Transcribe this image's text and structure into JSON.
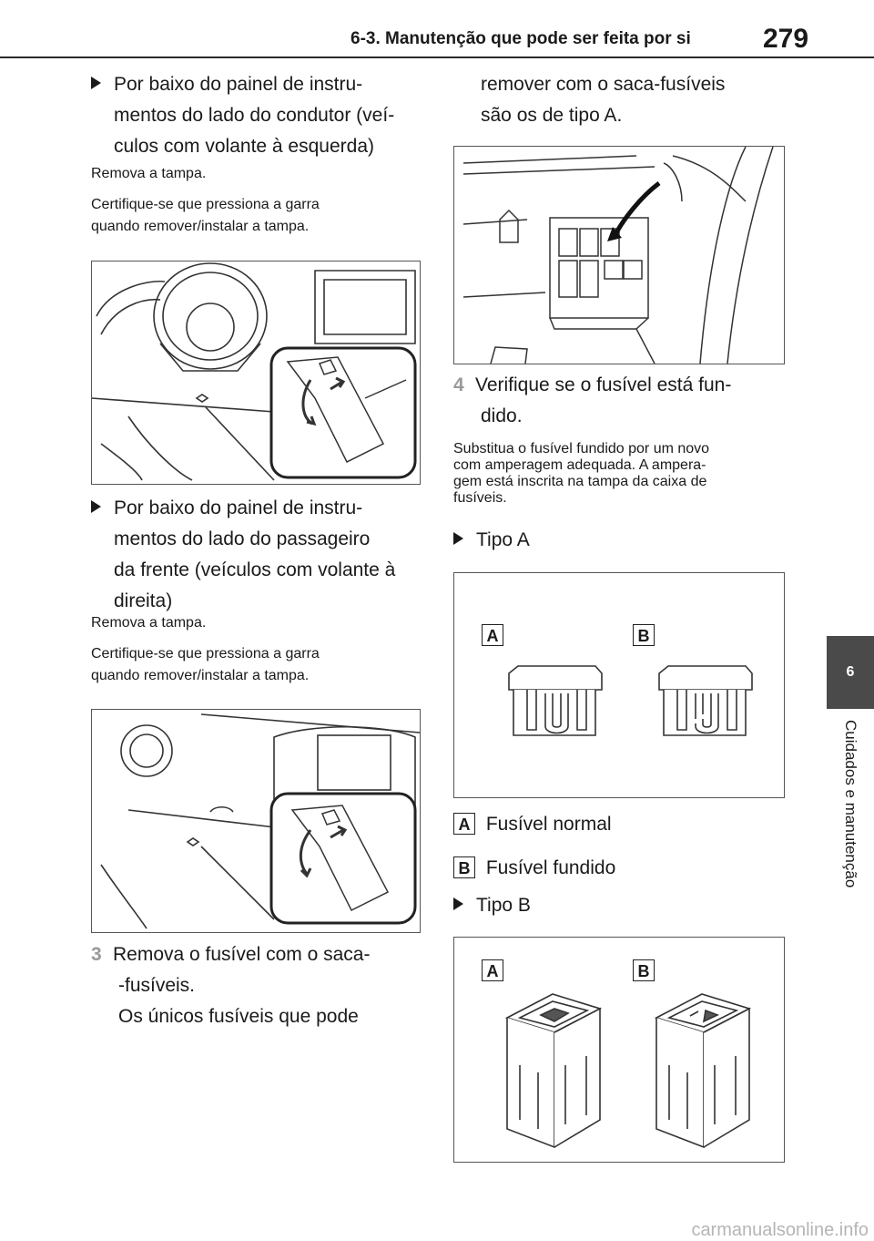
{
  "header": {
    "section_title": "6-3. Manutenção que pode ser feita por si",
    "page_number": "279"
  },
  "side_tab": {
    "chapter_number": "6",
    "chapter_title": "Cuidados e manutenção"
  },
  "left": {
    "bullet1_lines": [
      "Por baixo do painel de instru-",
      "mentos do lado do condutor (veí-",
      "culos com volante à esquerda)"
    ],
    "bullet1_text1": "Remova a tampa.",
    "bullet1_text2_lines": [
      "Certifique-se que pressiona a garra",
      "quando remover/instalar a tampa."
    ],
    "bullet2_lines": [
      "Por baixo do painel de instru-",
      "mentos do lado do passageiro",
      "da frente (veículos com volante à",
      "direita)"
    ],
    "bullet2_text1": "Remova a tampa.",
    "bullet2_text2_lines": [
      "Certifique-se que pressiona a garra",
      "quando remover/instalar a tampa."
    ],
    "step3_number": "3",
    "step3_lines": [
      "Remova o fusível com o saca-",
      "-fusíveis.",
      "Os únicos fusíveis que pode"
    ]
  },
  "right": {
    "step3_cont_lines": [
      "remover com o saca-fusíveis",
      "são os de tipo A."
    ],
    "step4_number": "4",
    "step4_lines": [
      "Verifique se o fusível está fun-",
      "dido."
    ],
    "step4_text_lines": [
      "Substitua o fusível fundido por um novo",
      "com amperagem adequada. A ampera-",
      "gem está inscrita na tampa da caixa de",
      "fusíveis."
    ],
    "typeA_label": "Tipo A",
    "label_a": "A",
    "label_b": "B",
    "legend_a": "Fusível normal",
    "legend_b": "Fusível fundido",
    "typeB_label": "Tipo B"
  },
  "footer": {
    "watermark": "carmanualsonline.info"
  }
}
